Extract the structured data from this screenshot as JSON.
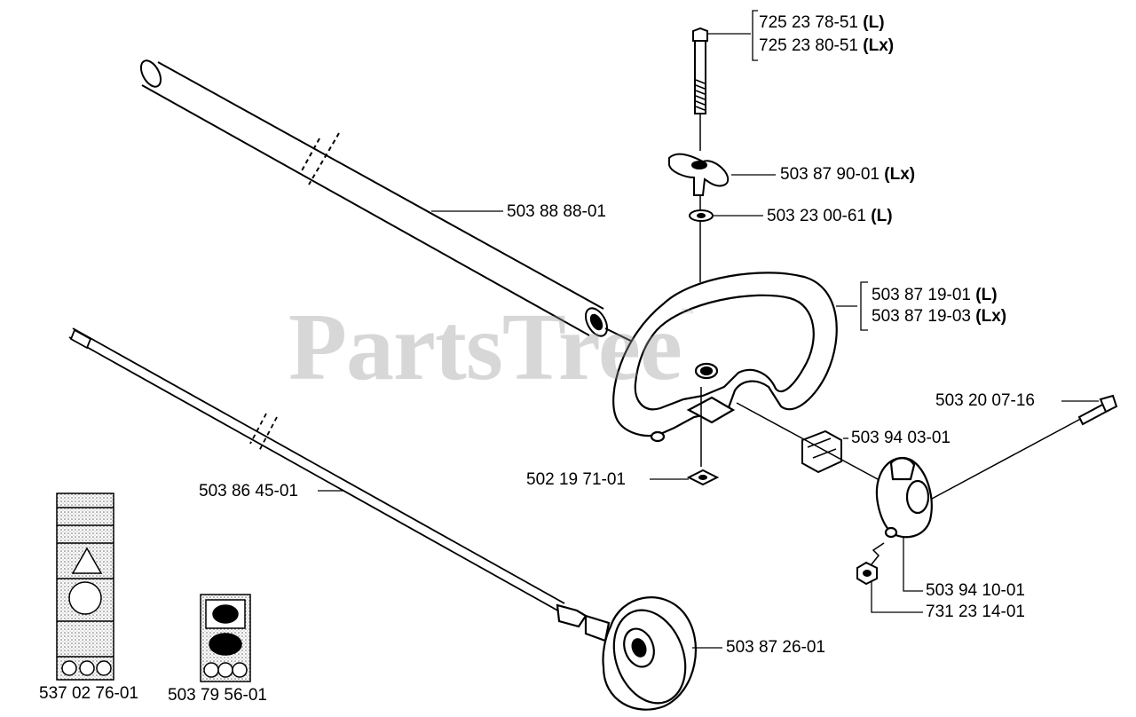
{
  "watermark": {
    "text": "PartsTree",
    "mark": "™"
  },
  "parts": {
    "bolt": {
      "line1_num": "725 23 78-51",
      "line1_tag": "(L)",
      "line2_num": "725 23 80-51",
      "line2_tag": "(Lx)"
    },
    "wing_knob": {
      "num": "503 87 90-01",
      "tag": "(Lx)"
    },
    "washer": {
      "num": "503 23 00-61",
      "tag": "(L)"
    },
    "tube": {
      "num": "503 88 88-01"
    },
    "handle": {
      "line1_num": "503 87 19-01",
      "line1_tag": "(L)",
      "line2_num": "503 87 19-03",
      "line2_tag": "(Lx)"
    },
    "screw": {
      "num": "503 20 07-16"
    },
    "bracket": {
      "num": "503 94 03-01"
    },
    "square_nut": {
      "num": "502 19 71-01"
    },
    "drive_shaft": {
      "num": "503 86 45-01"
    },
    "clamp": {
      "num": "503 94 10-01"
    },
    "nut": {
      "num": "731 23 14-01"
    },
    "clutch_drum": {
      "num": "503 87 26-01"
    },
    "decal_large": {
      "num": "537 02 76-01"
    },
    "decal_small": {
      "num": "503 79 56-01"
    }
  }
}
